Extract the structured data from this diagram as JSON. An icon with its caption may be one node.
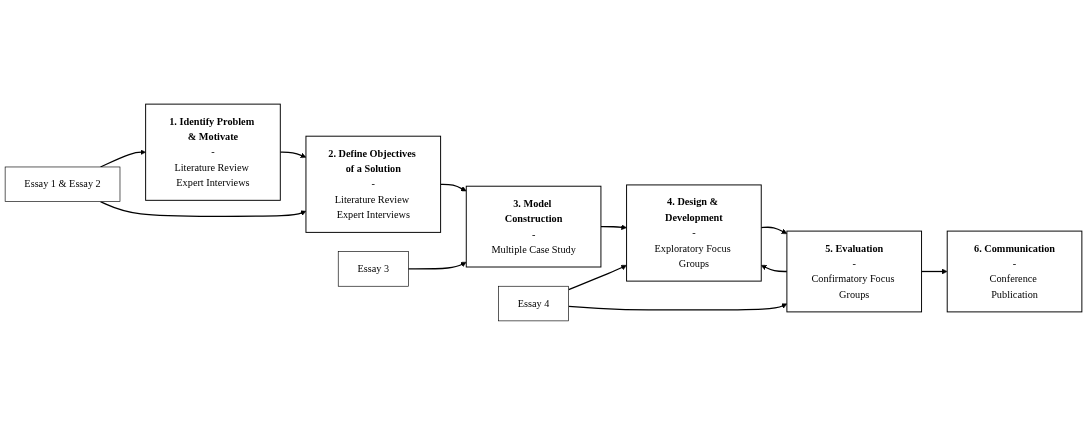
{
  "diagram": {
    "nodes": [
      {
        "text": [
          "1. Identify Problem & Motivate",
          "-",
          "Literature Review Expert Interviews"
        ]
      },
      {
        "text": [
          "2. Define Objectives of a Solution",
          "-",
          "Literature Review Expert Interviews"
        ]
      },
      {
        "text": [
          "3. Model Construction",
          "-",
          "Multiple Case Study"
        ]
      },
      {
        "text": [
          "4. Design & Development",
          "-",
          "Exploratory Focus Groups"
        ]
      },
      {
        "text": [
          "5. Evaluation",
          "-",
          "Confirmatory Focus Groups"
        ]
      },
      {
        "text": [
          "6. Communication",
          "-",
          "Conference Publication"
        ]
      },
      {
        "text": [
          "Essay 1 & Essay 2"
        ]
      },
      {
        "text": [
          "Essay 3"
        ]
      },
      {
        "text": [
          "Essay 4"
        ]
      }
    ],
    "edges": [
      {
        "from": 0,
        "to": 1,
        "arrow": "to"
      },
      {
        "from": 1,
        "to": 2,
        "arrow": "to"
      },
      {
        "from": 2,
        "to": 3,
        "arrow": "to"
      },
      {
        "from": 3,
        "to": 4,
        "arrow": "to"
      },
      {
        "from": 4,
        "to": 5,
        "arrow": "to"
      },
      {
        "from": 4,
        "to": 3,
        "arrow": "to"
      },
      {
        "from": 6,
        "to": 0,
        "arrow": "to"
      },
      {
        "from": 6,
        "to": 1,
        "arrow": "to"
      },
      {
        "from": 7,
        "to": 2,
        "arrow": "to"
      },
      {
        "from": 8,
        "to": 3,
        "arrow": "to"
      },
      {
        "from": 8,
        "to": 4,
        "arrow": "to"
      }
    ]
  }
}
